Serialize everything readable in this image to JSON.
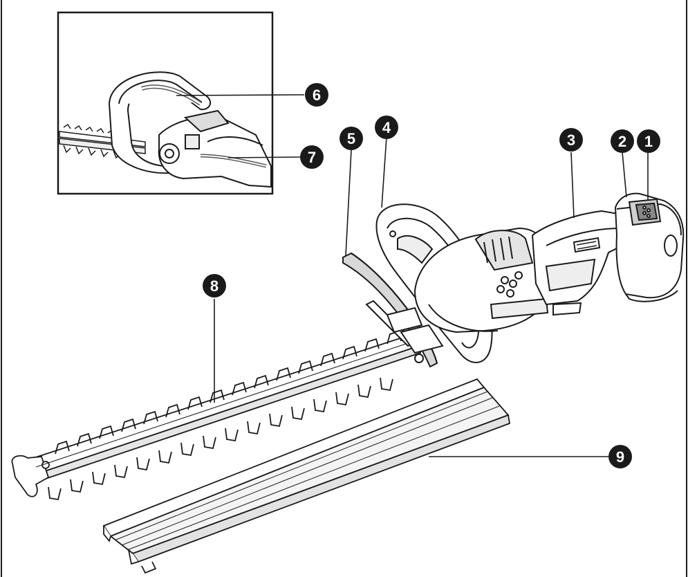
{
  "callouts": [
    {
      "id": "1",
      "label": "1"
    },
    {
      "id": "2",
      "label": "2"
    },
    {
      "id": "3",
      "label": "3"
    },
    {
      "id": "4",
      "label": "4"
    },
    {
      "id": "5",
      "label": "5"
    },
    {
      "id": "6",
      "label": "6"
    },
    {
      "id": "7",
      "label": "7"
    },
    {
      "id": "8",
      "label": "8"
    },
    {
      "id": "9",
      "label": "9"
    }
  ],
  "colors": {
    "line": "#1a1a1a",
    "callout_fill": "#1a1a1a",
    "callout_text": "#ffffff",
    "background": "#ffffff"
  }
}
